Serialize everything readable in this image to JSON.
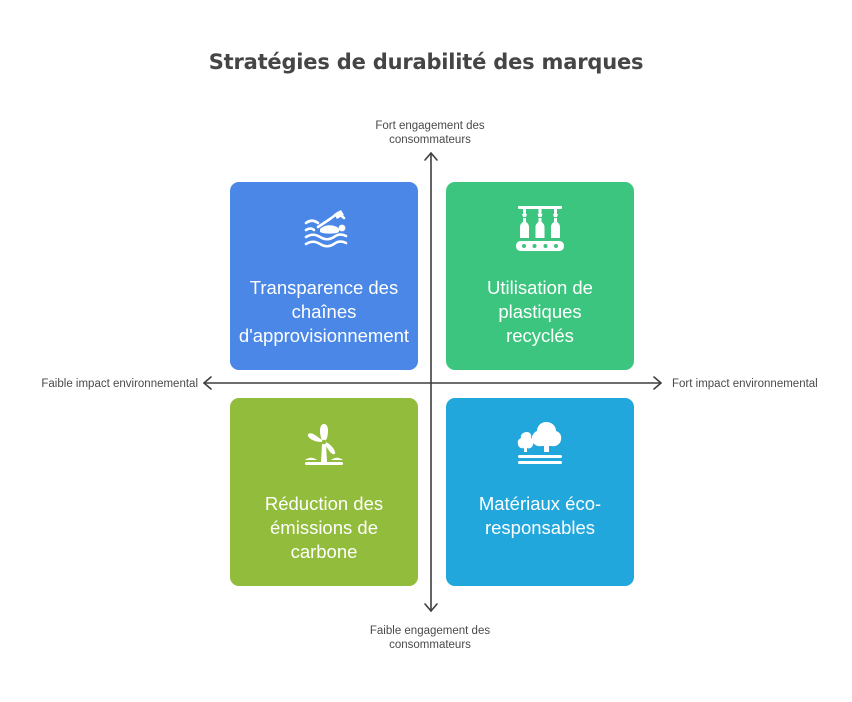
{
  "title": "Stratégies de durabilité des marques",
  "axes": {
    "top": "Fort engagement des\nconsommateurs",
    "bottom": "Faible engagement des\nconsommateurs",
    "left": "Faible impact environnemental",
    "right": "Fort impact environnemental"
  },
  "quadrants": {
    "top_left": {
      "label": "Transparence des\nchaînes\nd'approvisionnement",
      "color": "#4A87E6",
      "icon": "swimmer-waves-icon"
    },
    "top_right": {
      "label": "Utilisation de\nplastiques\nrecyclés",
      "color": "#3CC57F",
      "icon": "bottle-conveyor-icon"
    },
    "bottom_left": {
      "label": "Réduction des\némissions de\ncarbone",
      "color": "#92BC3B",
      "icon": "wind-turbine-icon"
    },
    "bottom_right": {
      "label": "Matériaux éco-\nresponsables",
      "color": "#22A7DD",
      "icon": "trees-icon"
    }
  }
}
